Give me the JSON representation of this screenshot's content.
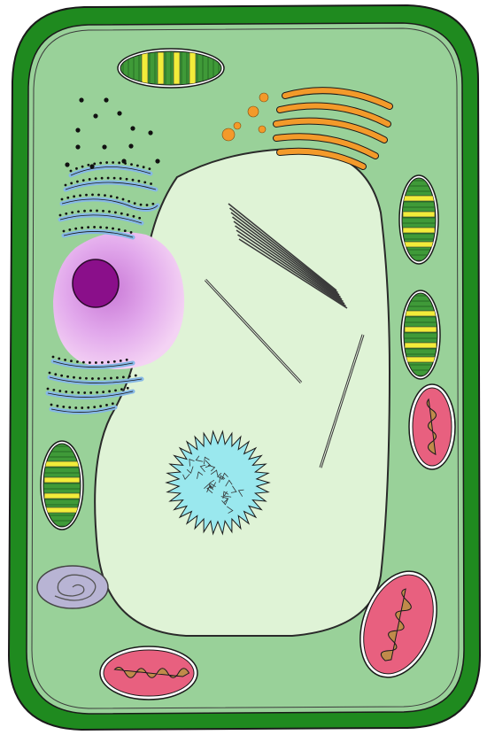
{
  "diagram": {
    "colors": {
      "cell_wall": "#1f8a1f",
      "cytoplasm": "#99d199",
      "vacuole": "#dff3d6",
      "chloroplast": "#3f9a38",
      "thylakoid": "#f2ec3a",
      "mitochondrion_outer": "#e8607f",
      "mitochondrion_inner": "#c08a4a",
      "nucleus": "#d9a3e6",
      "nucleolus": "#8a0f8a",
      "endoplasmic_reticulum": "#86b8e6",
      "golgi": "#f39a2a",
      "crystal": "#9ae8ee",
      "vesicle": "#b8b4d4",
      "outline": "#1a1a1a"
    },
    "parts": [
      "cell-wall",
      "cell-membrane",
      "cytoplasm",
      "central-vacuole",
      "nucleus",
      "nucleolus",
      "rough-endoplasmic-reticulum",
      "golgi-apparatus",
      "chloroplast",
      "mitochondrion",
      "ribosome",
      "crystal",
      "vesicle"
    ]
  }
}
